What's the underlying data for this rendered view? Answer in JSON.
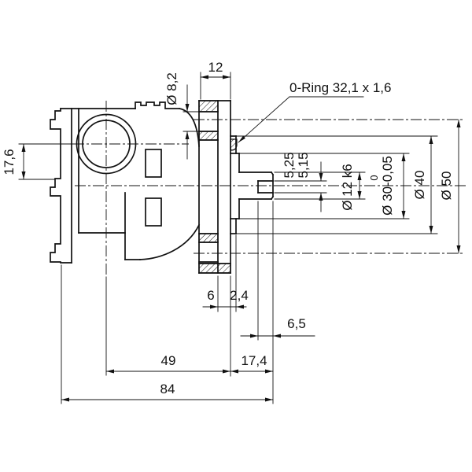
{
  "drawing": {
    "title": "pump-flange-technical-drawing",
    "background": "#ffffff",
    "line_color": "#111111",
    "labels": {
      "o_ring": "0-Ring 32,1 x 1,6",
      "dia_8_2": "Ø 8,2",
      "width_12": "12",
      "height_17_6": "17,6",
      "flat_5_25": "5,25",
      "flat_5_15": "5,15",
      "dia_12_k6": "Ø 12 k6",
      "tol_upper_0": "0",
      "dia_30": "Ø 30-0,05",
      "dia_40": "Ø 40",
      "dia_50": "Ø 50",
      "dim_6": "6",
      "dim_2_4": "2,4",
      "dim_6_5": "6,5",
      "dim_49": "49",
      "dim_17_4": "17,4",
      "dim_84": "84"
    }
  }
}
